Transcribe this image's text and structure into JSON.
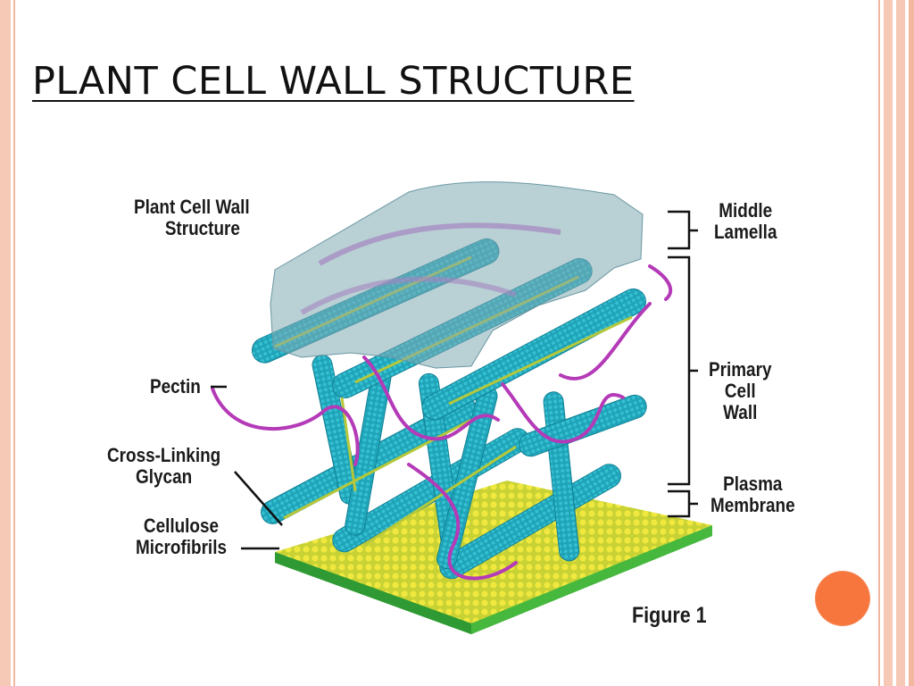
{
  "slide": {
    "title": "PLANT CELL WALL STRUCTURE"
  },
  "figure": {
    "heading_line1": "Plant Cell Wall",
    "heading_line2": "Structure",
    "labels_left": {
      "pectin": "Pectin",
      "cross_linking_line1": "Cross-Linking",
      "cross_linking_line2": "Glycan",
      "cellulose_line1": "Cellulose",
      "cellulose_line2": "Microfibrils"
    },
    "labels_right": {
      "middle_lamella_line1": "Middle",
      "middle_lamella_line2": "Lamella",
      "primary_cell_wall_line1": "Primary",
      "primary_cell_wall_line2": "Cell",
      "primary_cell_wall_line3": "Wall",
      "plasma_membrane_line1": "Plasma",
      "plasma_membrane_line2": "Membrane"
    },
    "caption": "Figure 1"
  },
  "colors": {
    "accent_orange": "#f6763d",
    "frame_peach": "#f6c8b6",
    "microfibril_teal": "#1fa3b8",
    "pectin_magenta": "#b43ab8",
    "glycan_yellow_green": "#b6c83a",
    "membrane_yellow": "#e8e23a",
    "membrane_green": "#3cae3c",
    "lamella_blue_gray": "#7fa9b3"
  }
}
